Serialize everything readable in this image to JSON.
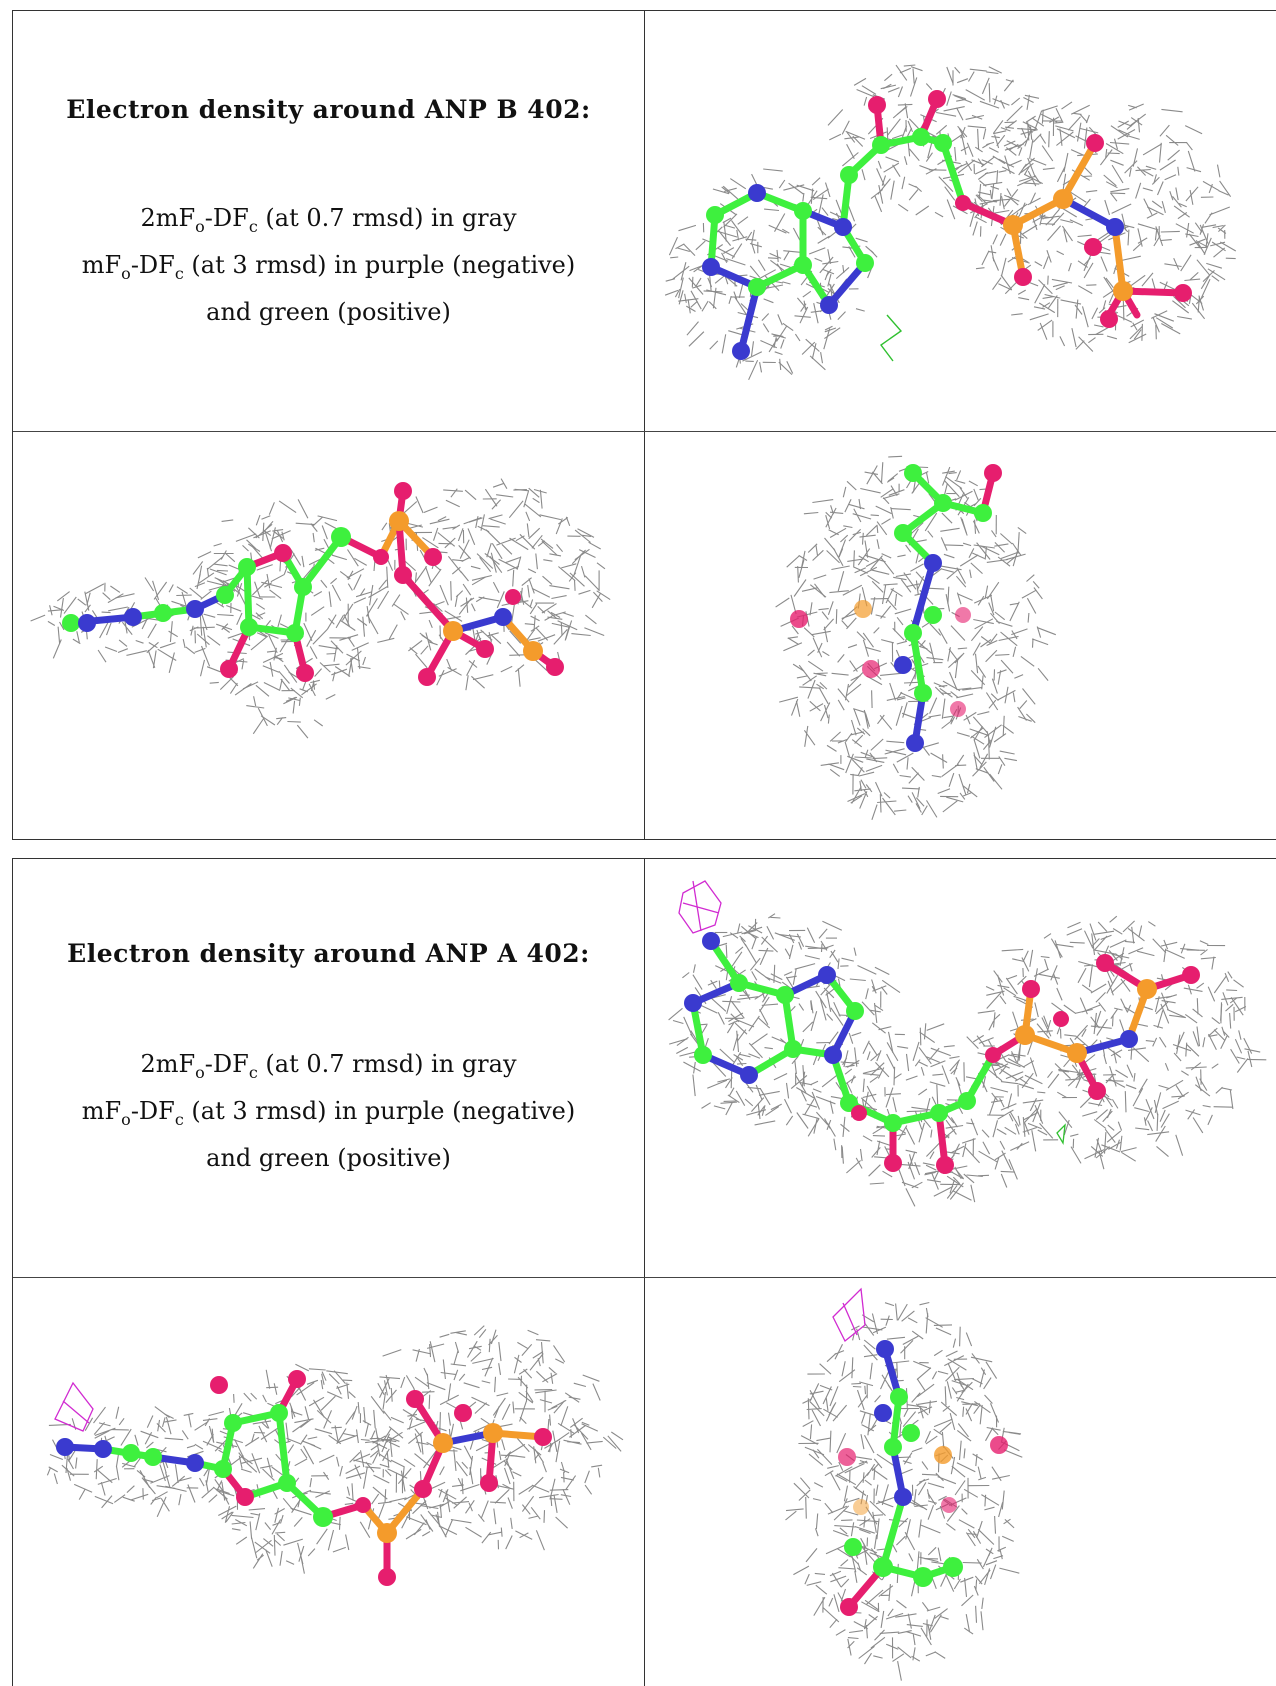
{
  "sections": [
    {
      "title": "Electron density around ANP B 402:",
      "legend_lines": [
        "2mF_o-DF_c (at 0.7 rmsd) in gray",
        "mF_o-DF_c (at 3 rmsd) in purple (negative)",
        "and green (positive)"
      ],
      "panels": [
        "view-1",
        "view-2",
        "view-3"
      ]
    },
    {
      "title": "Electron density around ANP A 402:",
      "legend_lines": [
        "2mF_o-DF_c (at 0.7 rmsd) in gray",
        "mF_o-DF_c (at 3 rmsd) in purple (negative)",
        "and green (positive)"
      ],
      "panels": [
        "view-1",
        "view-2",
        "view-3"
      ]
    }
  ],
  "atom_colors": {
    "carbon": "#3ef03e",
    "nitrogen": "#3a3acf",
    "oxygen": "#e61e6e",
    "phosphorus": "#f49b2b",
    "mesh": "#8a8a8a",
    "negative_density": "#d12bd1",
    "positive_density": "#30c030"
  }
}
